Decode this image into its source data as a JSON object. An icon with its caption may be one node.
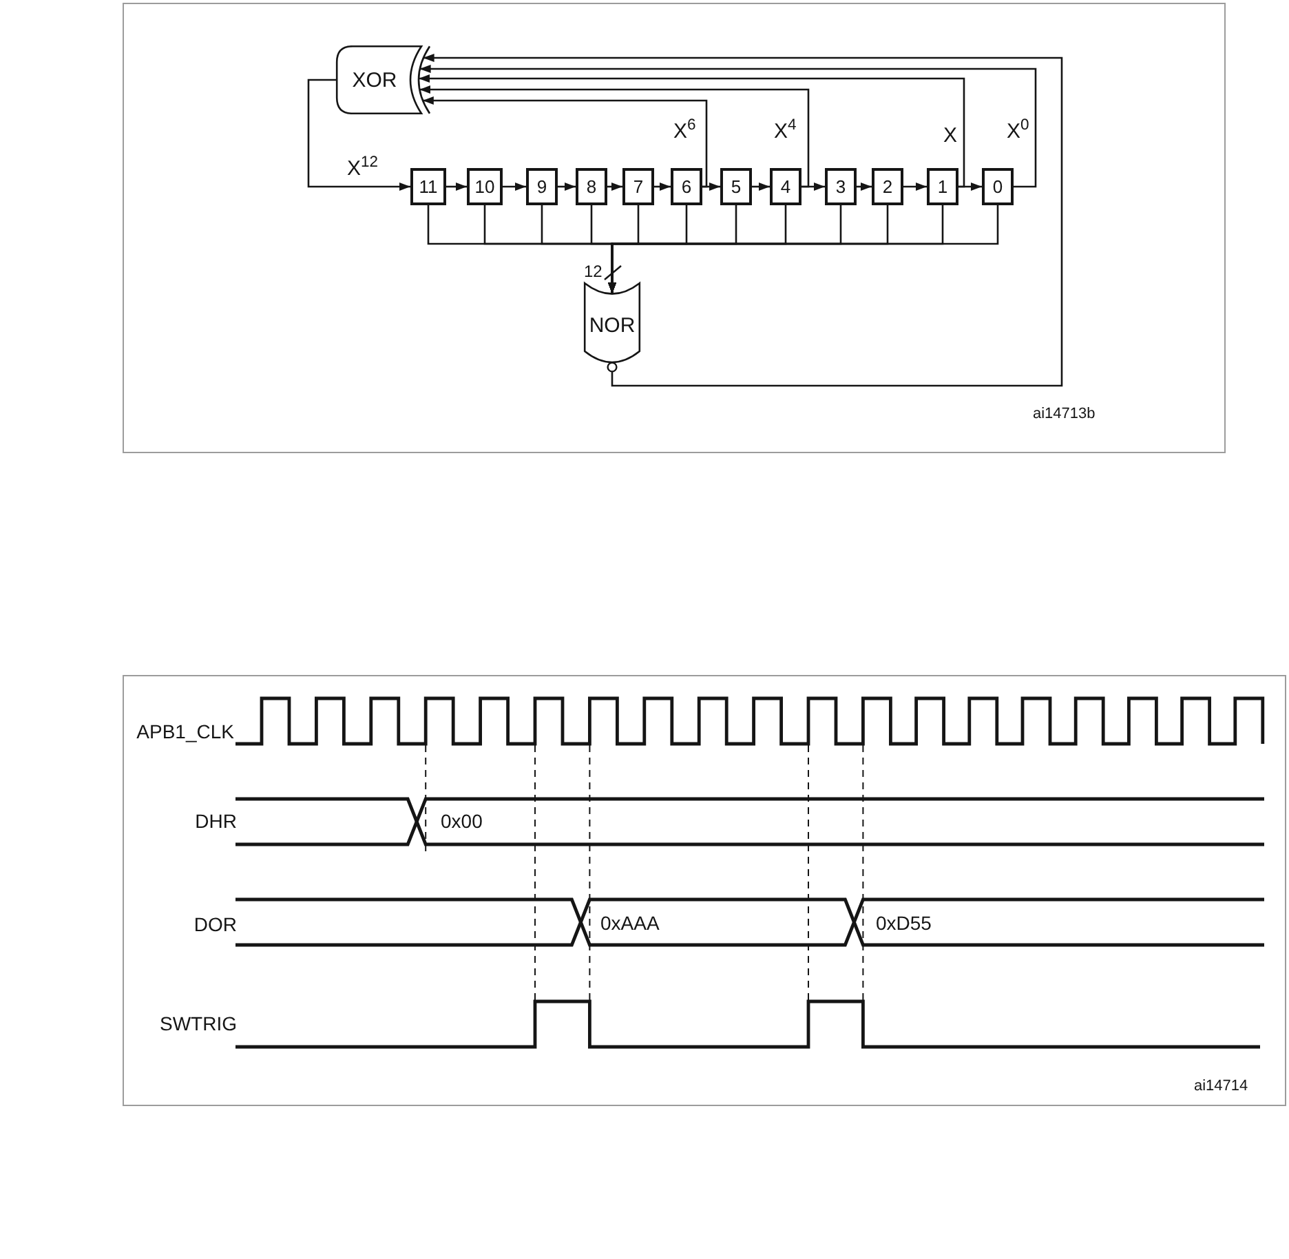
{
  "diagram": {
    "nodes": [
      {
        "text": [
          "XOR"
        ]
      },
      {
        "text": [
          "11"
        ]
      },
      {
        "text": [
          "10"
        ]
      },
      {
        "text": [
          "9"
        ]
      },
      {
        "text": [
          "8"
        ]
      },
      {
        "text": [
          "7"
        ]
      },
      {
        "text": [
          "6"
        ]
      },
      {
        "text": [
          "5"
        ]
      },
      {
        "text": [
          "4"
        ]
      },
      {
        "text": [
          "3"
        ]
      },
      {
        "text": [
          "2"
        ]
      },
      {
        "text": [
          "1"
        ]
      },
      {
        "text": [
          "0"
        ]
      },
      {
        "text": [
          "NOR"
        ]
      }
    ],
    "edges": [
      {
        "from": 0,
        "to": 1,
        "arrow": "to",
        "label": "X$^{12}$"
      },
      {
        "from": 1,
        "to": 2,
        "arrow": "to"
      },
      {
        "from": 2,
        "to": 3,
        "arrow": "to"
      },
      {
        "from": 3,
        "to": 4,
        "arrow": "to"
      },
      {
        "from": 4,
        "to": 5,
        "arrow": "to"
      },
      {
        "from": 5,
        "to": 6,
        "arrow": "to"
      },
      {
        "from": 6,
        "to": 7,
        "arrow": "to"
      },
      {
        "from": 7,
        "to": 8,
        "arrow": "to"
      },
      {
        "from": 8,
        "to": 9,
        "arrow": "to"
      },
      {
        "from": 9,
        "to": 10,
        "arrow": "to"
      },
      {
        "from": 10,
        "to": 11,
        "arrow": "to"
      },
      {
        "from": 11,
        "to": 12,
        "arrow": "to"
      },
      {
        "from": 1,
        "to": 13,
        "arrow": "to"
      },
      {
        "from": 2,
        "to": 13,
        "arrow": "to"
      },
      {
        "from": 3,
        "to": 13,
        "arrow": "to"
      },
      {
        "from": 4,
        "to": 13,
        "arrow": "to"
      },
      {
        "from": 5,
        "to": 13,
        "arrow": "to"
      },
      {
        "from": 6,
        "to": 13,
        "arrow": "to"
      },
      {
        "from": 7,
        "to": 13,
        "arrow": "to"
      },
      {
        "from": 8,
        "to": 13,
        "arrow": "to"
      },
      {
        "from": 9,
        "to": 13,
        "arrow": "to"
      },
      {
        "from": 10,
        "to": 13,
        "arrow": "to"
      },
      {
        "from": 11,
        "to": 13,
        "arrow": "to"
      },
      {
        "from": 12,
        "to": 13,
        "arrow": "to"
      },
      {
        "from": 13,
        "to": 0,
        "arrow": "to"
      },
      {
        "from": 12,
        "to": 0,
        "arrow": "to",
        "label": "X$^{0}$"
      },
      {
        "from": 11,
        "to": 0,
        "arrow": "to",
        "label": "X"
      },
      {
        "from": 8,
        "to": 0,
        "arrow": "to",
        "label": "X$^{4}$"
      },
      {
        "from": 6,
        "to": 0,
        "arrow": "to",
        "label": "X$^{6}$"
      }
    ],
    "labels": [
      "12",
      "ai14713b",
      "APB1_CLK",
      "DHR",
      "0x00",
      "DOR",
      "0xAAA",
      "0xD55",
      "SWTRIG",
      "ai14714"
    ]
  }
}
